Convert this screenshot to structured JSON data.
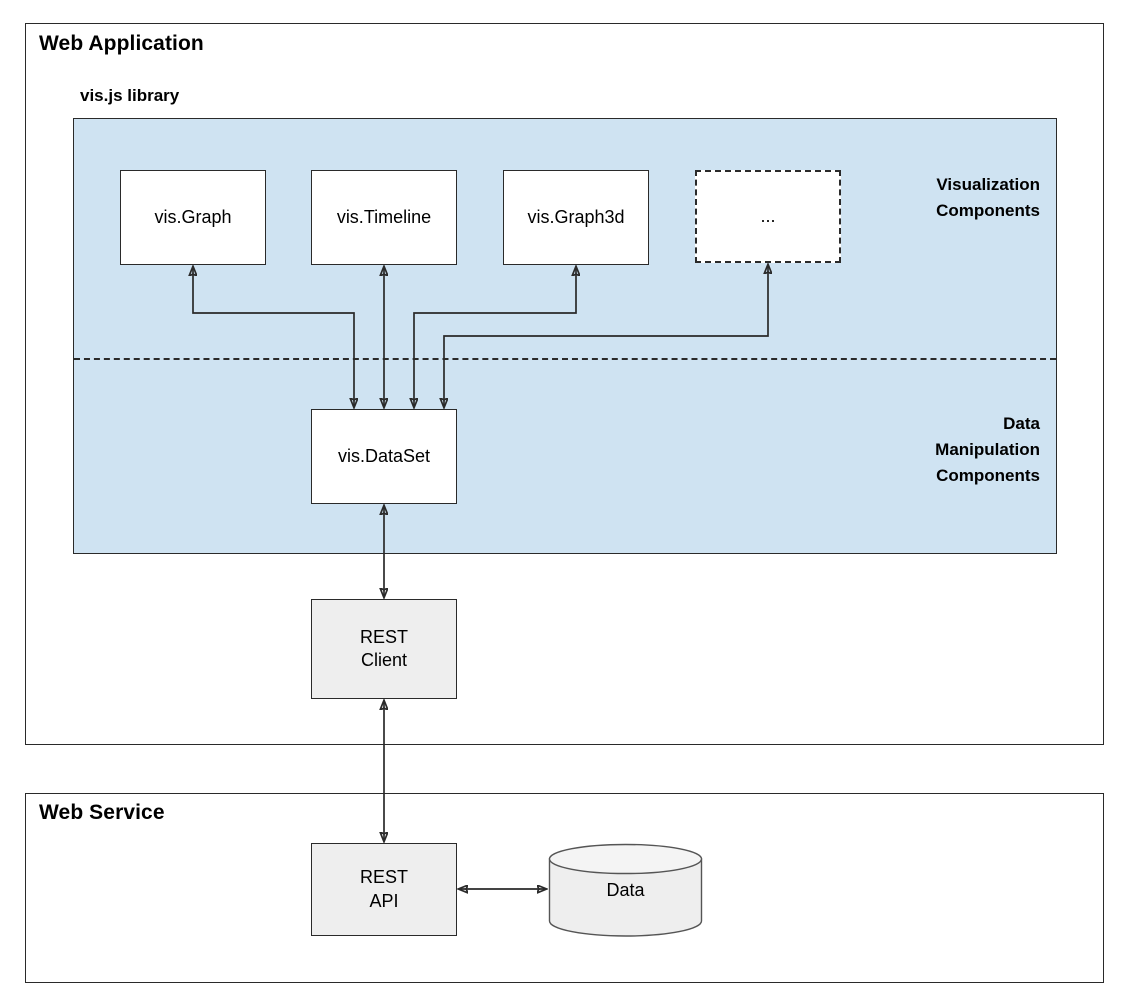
{
  "containers": {
    "web_application": {
      "title": "Web Application"
    },
    "web_service": {
      "title": "Web Service"
    }
  },
  "library": {
    "title": "vis.js library",
    "band_color": "#cfe3f2",
    "layers": [
      {
        "id": "visualization",
        "label": "Visualization\nComponents"
      },
      {
        "id": "data-manipulation",
        "label": "Data\nManipulation\nComponents"
      }
    ]
  },
  "nodes": {
    "vis_graph": {
      "label": "vis.Graph",
      "style": "solid"
    },
    "vis_timeline": {
      "label": "vis.Timeline",
      "style": "solid"
    },
    "vis_graph3d": {
      "label": "vis.Graph3d",
      "style": "solid"
    },
    "more": {
      "label": "...",
      "style": "dashed"
    },
    "vis_dataset": {
      "label": "vis.DataSet",
      "style": "solid"
    },
    "rest_client": {
      "label": "REST\nClient",
      "style": "grey"
    },
    "rest_api": {
      "label": "REST\nAPI",
      "style": "grey"
    },
    "data_store": {
      "label": "Data",
      "style": "cylinder",
      "fill": "#eeeeee"
    }
  },
  "edges": [
    {
      "from": "vis_dataset",
      "to": "vis_graph",
      "arrows": "both"
    },
    {
      "from": "vis_dataset",
      "to": "vis_timeline",
      "arrows": "both"
    },
    {
      "from": "vis_dataset",
      "to": "vis_graph3d",
      "arrows": "both"
    },
    {
      "from": "vis_dataset",
      "to": "more",
      "arrows": "both"
    },
    {
      "from": "vis_dataset",
      "to": "rest_client",
      "arrows": "both"
    },
    {
      "from": "rest_client",
      "to": "rest_api",
      "arrows": "both"
    },
    {
      "from": "rest_api",
      "to": "data_store",
      "arrows": "both"
    }
  ],
  "colors": {
    "stroke": "#2a2a2a",
    "band": "#cfe3f2",
    "grey_fill": "#eeeeee",
    "white_fill": "#ffffff",
    "text": "#000000"
  }
}
